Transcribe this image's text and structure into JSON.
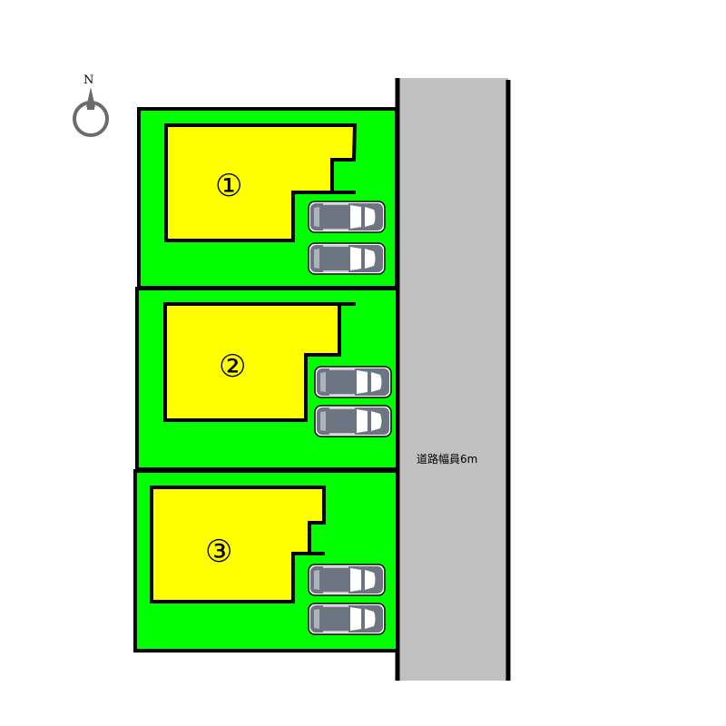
{
  "compass": {
    "label": "N"
  },
  "road": {
    "label": "道路幅員6m",
    "color": "#c0c0c0"
  },
  "colors": {
    "lot": "#00ff00",
    "building": "#ffff00",
    "car_body": "#6e7582",
    "car_glass": "#ffffff",
    "outline": "#000000"
  },
  "lots": [
    {
      "label": "①",
      "parking_spaces": 2
    },
    {
      "label": "②",
      "parking_spaces": 2
    },
    {
      "label": "③",
      "parking_spaces": 2
    }
  ]
}
